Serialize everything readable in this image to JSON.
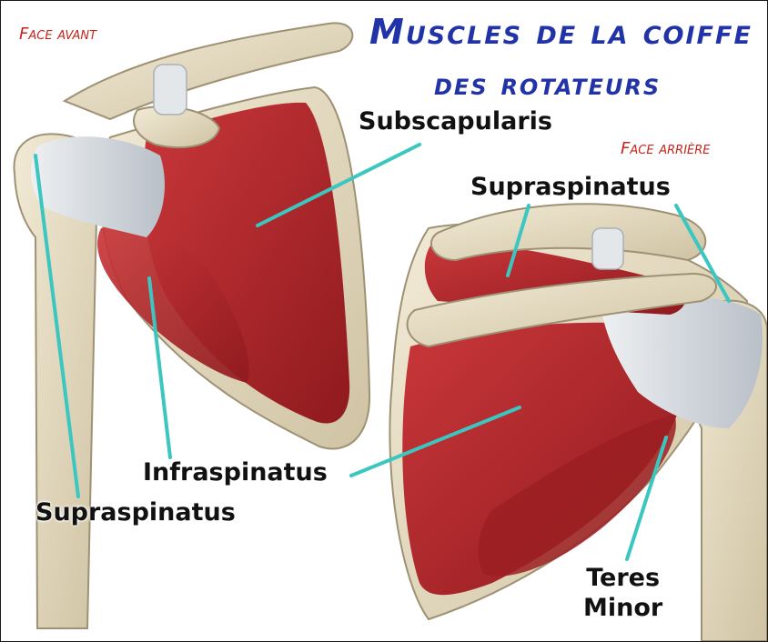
{
  "title": {
    "line1": "Muscles de la coiffe",
    "line2": "des rotateurs"
  },
  "views": {
    "front": "Face avant",
    "back": "Face arrière"
  },
  "labels": {
    "subscapularis": "Subscapularis",
    "supraspinatus_back": "Supraspinatus",
    "infraspinatus": "Infraspinatus",
    "supraspinatus_front": "Supraspinatus",
    "teres_minor_line1": "Teres",
    "teres_minor_line2": "Minor"
  },
  "colors": {
    "title": "#2233a8",
    "view_label": "#c8241c",
    "muscle": "#b8262a",
    "bone": "#e6dcc2",
    "tendon": "#d8dde2",
    "leader_line": "#3cc6c0"
  }
}
